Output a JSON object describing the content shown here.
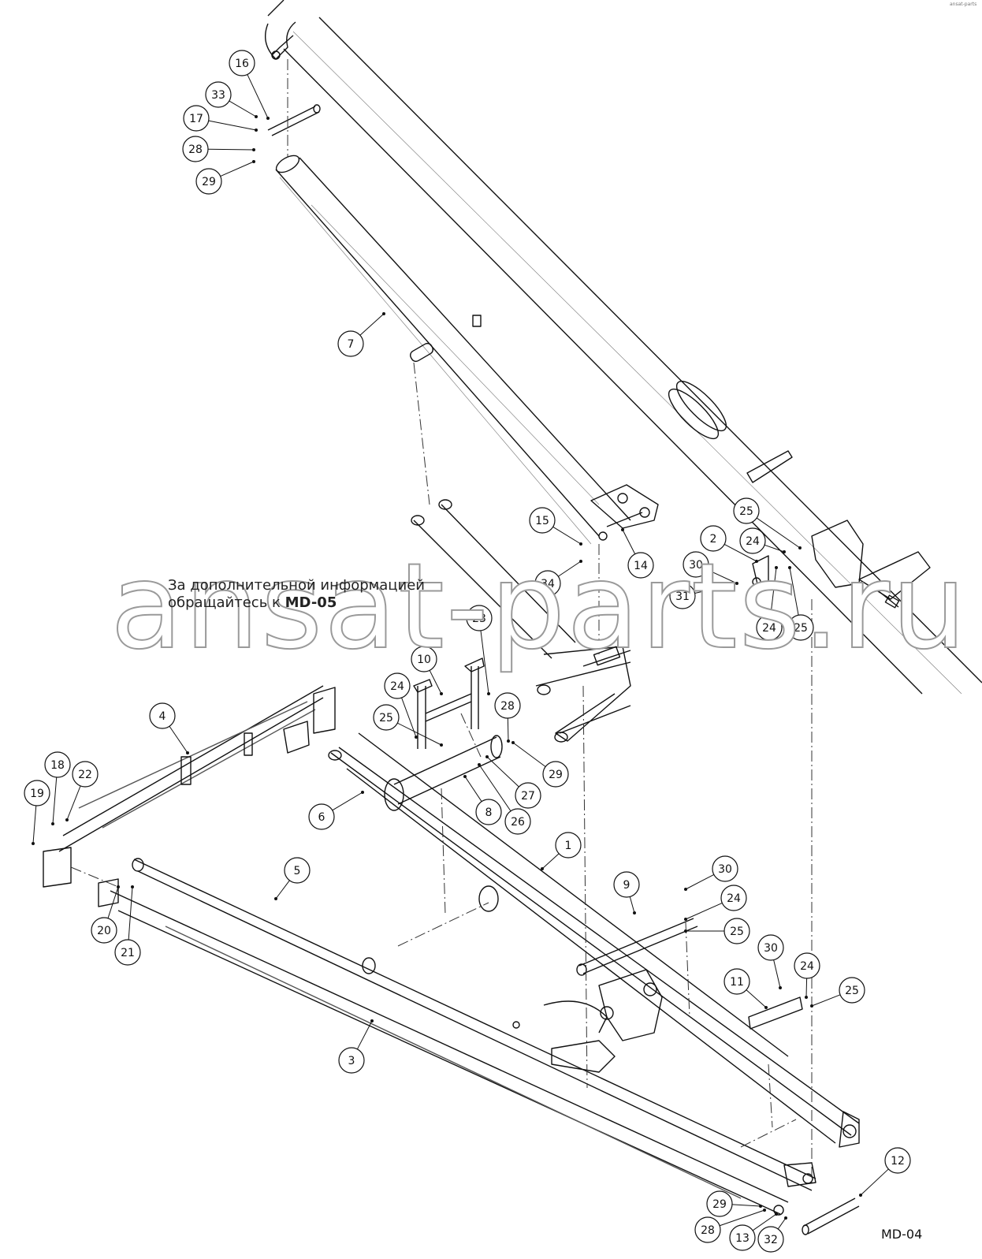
{
  "watermark": "ansat-parts.ru",
  "note": {
    "line1": "За дополнительной информацией",
    "line2_prefix": "обращайтесь к ",
    "line2_ref": "MD-05"
  },
  "drawing_code": "MD-04",
  "corner_mark": "ansat-parts",
  "callouts": [
    {
      "id": "c16",
      "label": "16"
    },
    {
      "id": "c33",
      "label": "33"
    },
    {
      "id": "c17",
      "label": "17"
    },
    {
      "id": "c28a",
      "label": "28"
    },
    {
      "id": "c29a",
      "label": "29"
    },
    {
      "id": "c7",
      "label": "7"
    },
    {
      "id": "c15",
      "label": "15"
    },
    {
      "id": "c34",
      "label": "34"
    },
    {
      "id": "c14",
      "label": "14"
    },
    {
      "id": "c25a",
      "label": "25"
    },
    {
      "id": "c2",
      "label": "2"
    },
    {
      "id": "c24a",
      "label": "24"
    },
    {
      "id": "c30a",
      "label": "30"
    },
    {
      "id": "c31",
      "label": "31"
    },
    {
      "id": "c24b",
      "label": "24"
    },
    {
      "id": "c25b",
      "label": "25"
    },
    {
      "id": "c23",
      "label": "23"
    },
    {
      "id": "c10",
      "label": "10"
    },
    {
      "id": "c24c",
      "label": "24"
    },
    {
      "id": "c28b",
      "label": "28"
    },
    {
      "id": "c25c",
      "label": "25"
    },
    {
      "id": "c29b",
      "label": "29"
    },
    {
      "id": "c4",
      "label": "4"
    },
    {
      "id": "c18",
      "label": "18"
    },
    {
      "id": "c22",
      "label": "22"
    },
    {
      "id": "c19",
      "label": "19"
    },
    {
      "id": "c6",
      "label": "6"
    },
    {
      "id": "c8",
      "label": "8"
    },
    {
      "id": "c27",
      "label": "27"
    },
    {
      "id": "c26",
      "label": "26"
    },
    {
      "id": "c1",
      "label": "1"
    },
    {
      "id": "c5",
      "label": "5"
    },
    {
      "id": "c9",
      "label": "9"
    },
    {
      "id": "c30b",
      "label": "30"
    },
    {
      "id": "c24d",
      "label": "24"
    },
    {
      "id": "c25d",
      "label": "25"
    },
    {
      "id": "c20",
      "label": "20"
    },
    {
      "id": "c21",
      "label": "21"
    },
    {
      "id": "c30c",
      "label": "30"
    },
    {
      "id": "c11",
      "label": "11"
    },
    {
      "id": "c24e",
      "label": "24"
    },
    {
      "id": "c25e",
      "label": "25"
    },
    {
      "id": "c3",
      "label": "3"
    },
    {
      "id": "c12",
      "label": "12"
    },
    {
      "id": "c29c",
      "label": "29"
    },
    {
      "id": "c28c",
      "label": "28"
    },
    {
      "id": "c13",
      "label": "13"
    },
    {
      "id": "c32",
      "label": "32"
    }
  ]
}
